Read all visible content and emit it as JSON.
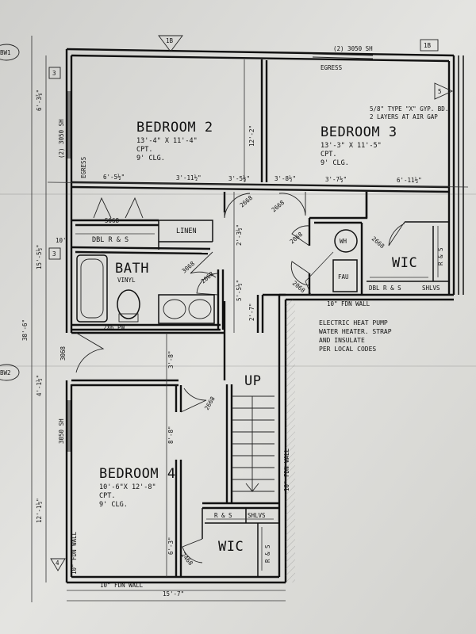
{
  "rooms": {
    "bedroom2": {
      "name": "BEDROOM 2",
      "size": "13'-4\" X 11'-4\"",
      "floor": "CPT.",
      "ceiling": "9' CLG."
    },
    "bedroom3": {
      "name": "BEDROOM 3",
      "size": "13'-3\" X 11'-5\"",
      "floor": "CPT.",
      "ceiling": "9' CLG."
    },
    "bedroom4": {
      "name": "BEDROOM 4",
      "size": "10'-6\"X 12'-8\"",
      "floor": "CPT.",
      "ceiling": "9' CLG."
    },
    "bath": {
      "name": "BATH",
      "floor": "VINYL"
    },
    "linen": "LINEN",
    "wic_upper": "WIC",
    "wic_lower": "WIC",
    "fau": "FAU",
    "wh": "WH",
    "up": "UP"
  },
  "labels": {
    "dbl_rs": "DBL R & S",
    "dbl_rs_shlvs": "DBL R & S",
    "shlvs": "SHLVS",
    "rs": "R & S",
    "egress_top": "EGRESS",
    "egress_left": "EGRESS",
    "window_top": "(2) 3050 SH",
    "window_left": "(2) 3050 SH",
    "window_b4": "3050 SH",
    "door_5068": "5068",
    "door_2668": "2668",
    "door_3068": "3068",
    "door_2068": "2068",
    "pw": "2X6 PW",
    "fdn_wall": "10\" FDN WALL",
    "type_x": "5/8\" TYPE \"X\" GYP. BD.",
    "air_gap": "2 LAYERS AT AIR GAP",
    "note_lines": [
      "ELECTRIC HEAT PUMP",
      "WATER HEATER. STRAP",
      "AND INSULATE",
      "PER LOCAL CODES"
    ]
  },
  "dimensions": {
    "d1": "6'-5½\"",
    "d2": "3'-11½\"",
    "d3": "3'-5½\"",
    "d4": "3'-8½\"",
    "d5": "3'-7½\"",
    "d6": "6'-11½\"",
    "v_12_2": "12'-2\"",
    "v_2_3": "2'-3½\"",
    "v_5_5": "5'-5½\"",
    "v_2_7": "2'-7\"",
    "v_3_8": "3'-8\"",
    "v_8_8": "8'-8\"",
    "v_6_3": "6'-3\"",
    "left_6_3": "6'-3⅞\"",
    "left_15_5": "15'-5½\"",
    "left_4_1": "4'-1½\"",
    "left_12_1": "12'-1½\"",
    "left_38": "38'-6\"",
    "ten": "10'",
    "bottom": "15'-7\""
  },
  "tags": {
    "t1b_a": "1B",
    "t1b_b": "1B",
    "bw1": "BW1",
    "bw2": "BW2",
    "n3a": "3",
    "n3b": "3",
    "n5": "5",
    "n4": "4"
  }
}
